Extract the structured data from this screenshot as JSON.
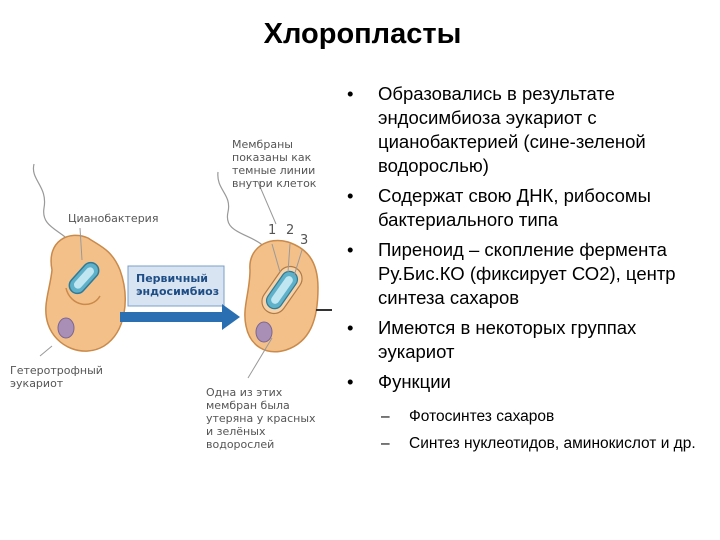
{
  "title": "Хлоропласты",
  "figure": {
    "label_membranes": [
      "Мембраны",
      "показаны как",
      "темные линии",
      "внутри клеток"
    ],
    "label_cyanobacterium": "Цианобактерия",
    "label_primary": [
      "Первичный",
      "эндосимбиоз"
    ],
    "label_heterotroph": [
      "Гетеротрофный",
      "эукариот"
    ],
    "label_lost": [
      "Одна из этих",
      "мембран была",
      "утеряна у красных",
      "и зелёных",
      "водорослей"
    ],
    "membrane_numbers": [
      "1",
      "2",
      "3"
    ],
    "colors": {
      "cell_fill": "#f4c08a",
      "cell_stroke": "#c98a4a",
      "cyano_fill": "#5fb0c9",
      "nucleus_fill": "#a98fb5",
      "arrow_fill": "#2b6fb3",
      "arrow_box": "#d9e4f2"
    }
  },
  "bullets": [
    "Образовались в результате эндосимбиоза эукариот с цианобактерией (сине-зеленой водорослью)",
    "Содержат свою ДНК, рибосомы бактериального типа",
    "Пиреноид – скопление фермента Ру.Бис.КО (фиксирует СО2), центр синтеза сахаров",
    "Имеются в некоторых группах эукариот",
    "Функции"
  ],
  "sub_bullets": [
    "Фотосинтез сахаров",
    "Синтез нуклеотидов, аминокислот и др."
  ]
}
